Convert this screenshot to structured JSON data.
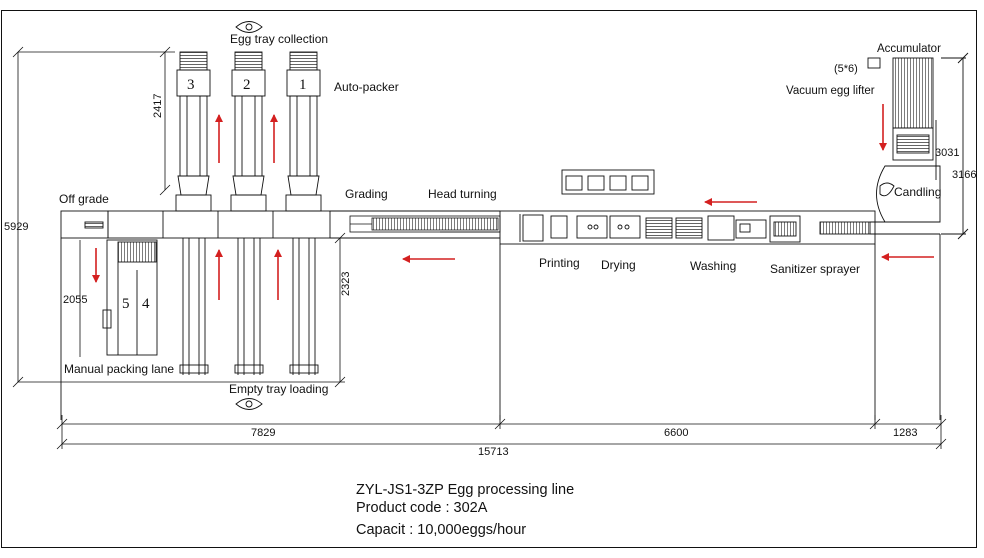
{
  "labels": {
    "egg_tray_collection": "Egg tray collection",
    "auto_packer": "Auto-packer",
    "accumulator": "Accumulator",
    "grid_5x6": "(5*6)",
    "vacuum_egg_lifter": "Vacuum egg lifter",
    "off_grade": "Off grade",
    "grading": "Grading",
    "head_turning": "Head turning",
    "candling": "Candling",
    "printing": "Printing",
    "drying": "Drying",
    "washing": "Washing",
    "sanitizer_sprayer": "Sanitizer sprayer",
    "manual_packing_lane": "Manual packing lane",
    "empty_tray_loading": "Empty tray loading"
  },
  "packer_numbers": [
    "3",
    "2",
    "1"
  ],
  "lane_numbers": [
    "5",
    "4"
  ],
  "dimensions": {
    "total_height": "5929",
    "packer_height": "2417",
    "manual_lane": "2055",
    "lower_section": "2323",
    "accumulator_height": "3031",
    "right_height": "3166",
    "left_length": "7829",
    "middle_length": "6600",
    "right_length": "1283",
    "total_length": "15713"
  },
  "caption": {
    "line1": "ZYL-JS1-3ZP Egg processing line",
    "line2": "Product code : 302A",
    "line3": "Capacit : 10,000eggs/hour"
  },
  "colors": {
    "line": "#1a1a1a",
    "arrow": "#d42020",
    "background": "#ffffff"
  }
}
